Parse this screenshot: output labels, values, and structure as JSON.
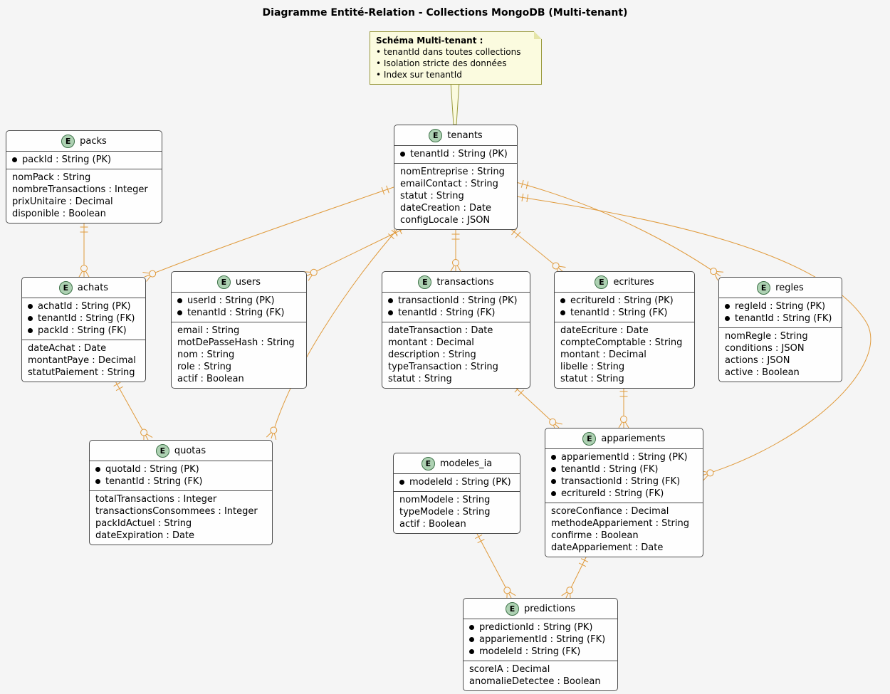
{
  "title": "Diagramme Entité-Relation - Collections MongoDB (Multi-tenant)",
  "note": {
    "title": "Schéma Multi-tenant :",
    "items": [
      "tenantId dans toutes collections",
      "Isolation stricte des données",
      "Index sur tenantId"
    ]
  },
  "entities": [
    {
      "id": "packs",
      "stereotype": "E",
      "name": "packs",
      "keys": [
        "packId : String (PK)"
      ],
      "fields": [
        "nomPack : String",
        "nombreTransactions : Integer",
        "prixUnitaire : Decimal",
        "disponible : Boolean"
      ]
    },
    {
      "id": "tenants",
      "stereotype": "E",
      "name": "tenants",
      "keys": [
        "tenantId : String (PK)"
      ],
      "fields": [
        "nomEntreprise : String",
        "emailContact : String",
        "statut : String",
        "dateCreation : Date",
        "configLocale : JSON"
      ]
    },
    {
      "id": "achats",
      "stereotype": "E",
      "name": "achats",
      "keys": [
        "achatId : String (PK)",
        "tenantId : String (FK)",
        "packId : String (FK)"
      ],
      "fields": [
        "dateAchat : Date",
        "montantPaye : Decimal",
        "statutPaiement : String"
      ]
    },
    {
      "id": "users",
      "stereotype": "E",
      "name": "users",
      "keys": [
        "userId : String (PK)",
        "tenantId : String (FK)"
      ],
      "fields": [
        "email : String",
        "motDePasseHash : String",
        "nom : String",
        "role : String",
        "actif : Boolean"
      ]
    },
    {
      "id": "transactions",
      "stereotype": "E",
      "name": "transactions",
      "keys": [
        "transactionId : String (PK)",
        "tenantId : String (FK)"
      ],
      "fields": [
        "dateTransaction : Date",
        "montant : Decimal",
        "description : String",
        "typeTransaction : String",
        "statut : String"
      ]
    },
    {
      "id": "ecritures",
      "stereotype": "E",
      "name": "ecritures",
      "keys": [
        "ecritureId : String (PK)",
        "tenantId : String (FK)"
      ],
      "fields": [
        "dateEcriture : Date",
        "compteComptable : String",
        "montant : Decimal",
        "libelle : String",
        "statut : String"
      ]
    },
    {
      "id": "regles",
      "stereotype": "E",
      "name": "regles",
      "keys": [
        "regleId : String (PK)",
        "tenantId : String (FK)"
      ],
      "fields": [
        "nomRegle : String",
        "conditions : JSON",
        "actions : JSON",
        "active : Boolean"
      ]
    },
    {
      "id": "quotas",
      "stereotype": "E",
      "name": "quotas",
      "keys": [
        "quotaId : String (PK)",
        "tenantId : String (FK)"
      ],
      "fields": [
        "totalTransactions : Integer",
        "transactionsConsommees : Integer",
        "packIdActuel : String",
        "dateExpiration : Date"
      ]
    },
    {
      "id": "modeles_ia",
      "stereotype": "E",
      "name": "modeles_ia",
      "keys": [
        "modeleId : String (PK)"
      ],
      "fields": [
        "nomModele : String",
        "typeModele : String",
        "actif : Boolean"
      ]
    },
    {
      "id": "appariements",
      "stereotype": "E",
      "name": "appariements",
      "keys": [
        "appariementId : String (PK)",
        "tenantId : String (FK)",
        "transactionId : String (FK)",
        "ecritureId : String (FK)"
      ],
      "fields": [
        "scoreConfiance : Decimal",
        "methodeAppariement : String",
        "confirme : Boolean",
        "dateAppariement : Date"
      ]
    },
    {
      "id": "predictions",
      "stereotype": "E",
      "name": "predictions",
      "keys": [
        "predictionId : String (PK)",
        "appariementId : String (FK)",
        "modeleId : String (FK)"
      ],
      "fields": [
        "scoreIA : Decimal",
        "anomalieDetectee : Boolean"
      ]
    }
  ],
  "relationships": [
    {
      "from": "packs",
      "to": "achats",
      "from_card": "1",
      "to_card": "0..*"
    },
    {
      "from": "tenants",
      "to": "achats",
      "from_card": "1",
      "to_card": "0..*"
    },
    {
      "from": "tenants",
      "to": "users",
      "from_card": "1",
      "to_card": "0..*"
    },
    {
      "from": "tenants",
      "to": "transactions",
      "from_card": "1",
      "to_card": "0..*"
    },
    {
      "from": "tenants",
      "to": "ecritures",
      "from_card": "1",
      "to_card": "0..*"
    },
    {
      "from": "tenants",
      "to": "regles",
      "from_card": "1",
      "to_card": "0..*"
    },
    {
      "from": "tenants",
      "to": "quotas",
      "from_card": "1",
      "to_card": "0..*"
    },
    {
      "from": "achats",
      "to": "quotas",
      "from_card": "1",
      "to_card": "0..*"
    },
    {
      "from": "transactions",
      "to": "appariements",
      "from_card": "1",
      "to_card": "0..*"
    },
    {
      "from": "ecritures",
      "to": "appariements",
      "from_card": "1",
      "to_card": "0..*"
    },
    {
      "from": "tenants",
      "to": "appariements",
      "from_card": "1",
      "to_card": "0..*"
    },
    {
      "from": "appariements",
      "to": "predictions",
      "from_card": "1",
      "to_card": "0..*"
    },
    {
      "from": "modeles_ia",
      "to": "predictions",
      "from_card": "1",
      "to_card": "0..*"
    }
  ],
  "colors": {
    "background": "#F5F5F5",
    "connector": "#E09A3B",
    "entity_badge": "#ADD1B2",
    "entity_border": "#4D4D4D",
    "note_bg": "#FBFBDF",
    "note_border": "#9A9A3D"
  }
}
